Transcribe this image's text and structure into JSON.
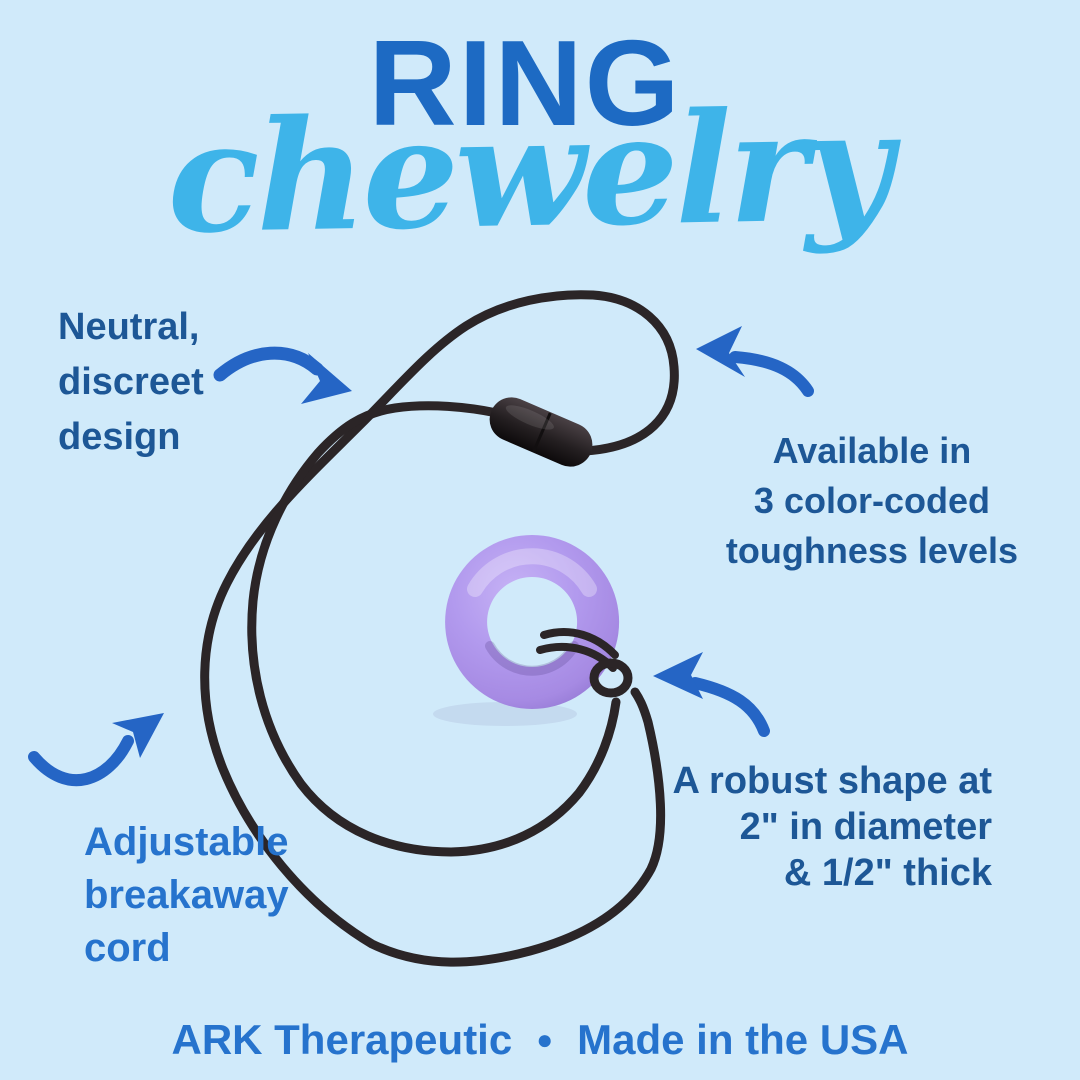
{
  "title": {
    "product": "RING",
    "category": "chewelry"
  },
  "annotations": {
    "top_left": {
      "lines": [
        "Neutral,",
        "discreet",
        "design"
      ]
    },
    "top_right": {
      "lines": [
        "Available in",
        "3 color-coded",
        "toughness levels"
      ]
    },
    "bottom_left": {
      "lines": [
        "Adjustable",
        "breakaway",
        "cord"
      ]
    },
    "bottom_right": {
      "lines": [
        "A robust shape at",
        "2\" in diameter",
        "& 1/2\" thick"
      ]
    }
  },
  "footer": {
    "brand": "ARK Therapeutic",
    "separator": "●",
    "origin": "Made in the USA"
  },
  "illustration": {
    "elements": [
      "black-nylon-cord",
      "breakaway-clasp",
      "purple-chew-ring",
      "cord-knot"
    ],
    "arrow_count": 4
  },
  "colors": {
    "background": "#d0eafa",
    "title_primary": "#1d6ac3",
    "title_script": "#3eb4e9",
    "text_navy": "#1d5796",
    "text_bright": "#2673cd",
    "arrow_blue": "#2565c5",
    "cord_black": "#2b2527",
    "ring_purple": "#ab90e8",
    "clasp_black": "#26211f"
  }
}
